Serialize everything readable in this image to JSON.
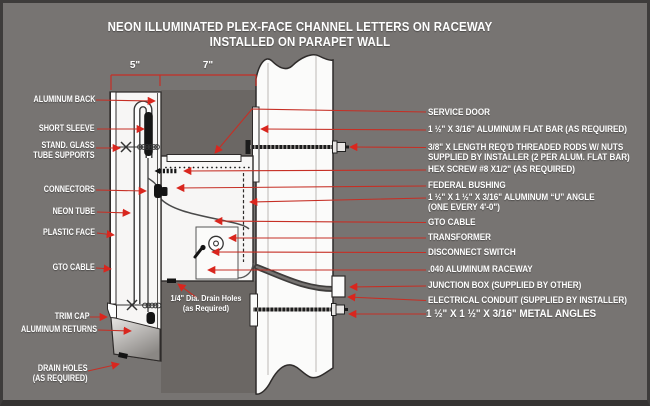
{
  "title": {
    "line1": "NEON ILLUMINATED PLEX-FACE CHANNEL LETTERS ON RACEWAY",
    "line2": "INSTALLED ON  PARAPET WALL"
  },
  "dimensions": {
    "letter_depth": "5\"",
    "raceway_depth": "7\""
  },
  "labels_left": {
    "aluminum_back": "ALUMINUM BACK",
    "short_sleeve": "SHORT SLEEVE",
    "tube_supports_1": "STAND. GLASS",
    "tube_supports_2": "TUBE SUPPORTS",
    "connectors": "CONNECTORS",
    "neon_tube": "NEON TUBE",
    "plastic_face": "PLASTIC FACE",
    "gto_cable": "GTO CABLE",
    "trim_cap": "TRIM CAP",
    "aluminum_returns": "ALUMINUM RETURNS",
    "drain_holes_1": "DRAIN HOLES",
    "drain_holes_2": "(AS REQUIRED)"
  },
  "labels_right": {
    "service_door": "SERVICE DOOR",
    "flat_bar": "1 ½\" X 3/16\" ALUMINUM FLAT BAR (AS REQUIRED)",
    "threaded_rods_1": "3/8\" X LENGTH REQ'D THREADED RODS W/ NUTS",
    "threaded_rods_2": "SUPPLIED BY INSTALLER (2 PER ALUM. FLAT BAR)",
    "hex_screw": "HEX SCREW #8 X1/2\" (AS REQUIRED)",
    "federal_bushing": "FEDERAL BUSHING",
    "u_angle_1": "1 ½\" X 1 ½\" X 3/16\" ALUMINUM “U” ANGLE",
    "u_angle_2": "(ONE EVERY 4'-0\")",
    "gto_cable": "GTO CABLE",
    "transformer": "TRANSFORMER",
    "disconnect_switch": "DISCONNECT SWITCH",
    "raceway": ".040 ALUMINUM RACEWAY",
    "junction_box": "JUNCTION BOX (SUPPLIED BY OTHER)",
    "electrical_conduit": "ELECTRICAL CONDUIT (SUPPLIED BY INSTALLER)",
    "metal_angles": "1 ½\" X 1 ½\" X 3/16\" METAL ANGLES"
  },
  "annotations": {
    "drain_note_1": "1/4\" Dia. Drain Holes",
    "drain_note_2": "(as Required)"
  },
  "colors": {
    "background": "#777472",
    "cavity_gap": "#6b6764",
    "drawing_white": "#fbfbfa",
    "outline_dark": "#2e2b2a",
    "accent_red": "#d9261e",
    "leader_red": "#c62f25",
    "frame": "#3e3c3b",
    "label_text": "#ffffff"
  }
}
